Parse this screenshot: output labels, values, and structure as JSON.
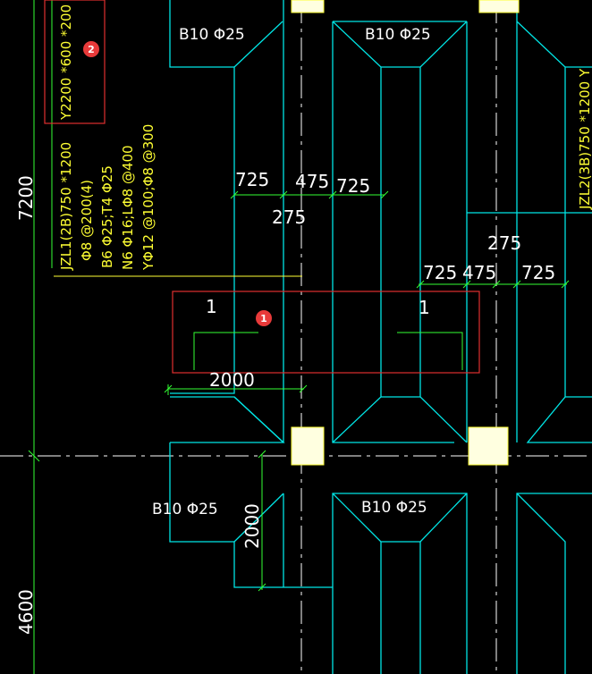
{
  "colors": {
    "background": "#000000",
    "beam_outline": "#00e5e5",
    "dimension": "#33ff33",
    "annotation": "#ffff33",
    "column_fill": "#ffffe0",
    "highlight_box": "#e03030",
    "marker": "#e83a3a"
  },
  "beam_labels": {
    "top_left": "B10 Φ25",
    "top_mid": "B10 Φ25",
    "bottom_left": "B10 Φ25",
    "bottom_mid": "B10 Φ25"
  },
  "dimensions": {
    "d725_left": "725",
    "d475_top": "475",
    "d725_mid": "725",
    "d275_top": "275",
    "d275_right": "275",
    "d725_right_a": "725",
    "d475_right": "475",
    "d725_right_b": "725",
    "d2000_horizontal": "2000",
    "d2000_vertical": "2000",
    "d7200": "7200",
    "d4600": "4600"
  },
  "section_marks": {
    "left": "1",
    "right": "1"
  },
  "markers": {
    "m1": "1",
    "m2": "2"
  },
  "annotations": {
    "beam_size_top": "Y2200 *600 *200",
    "jzl1_line1": "JZL1(2B)750 *1200",
    "jzl1_line2": "Φ8 @200(4)",
    "jzl1_line3": "B6 Φ25;T4 Φ25",
    "jzl1_line4": "N6 Φ16;LΦ8 @400",
    "jzl1_line5": "YΦ12 @100;Φ8 @300",
    "jzl2": "JZL2(3B)750 *1200 Y"
  }
}
